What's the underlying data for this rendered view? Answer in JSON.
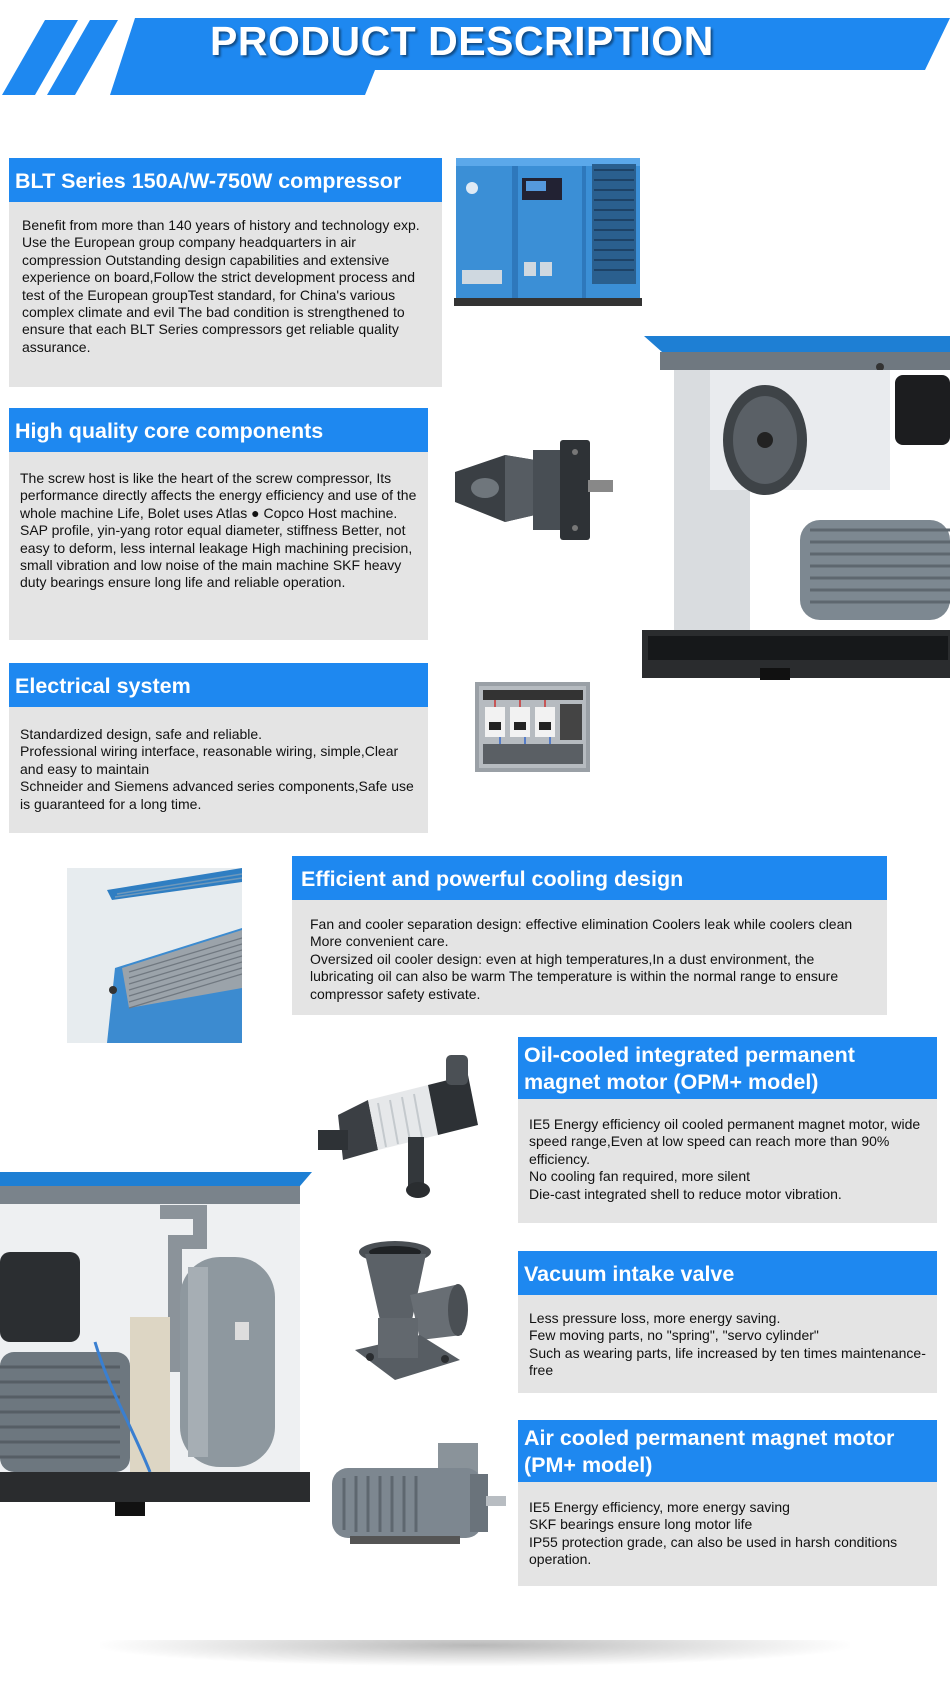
{
  "banner": {
    "title": "PRODUCT DESCRIPTION"
  },
  "sections": [
    {
      "title": "BLT Series 150A/W-750W compressor",
      "lines": [
        "Benefit from more than 140 years of history and technology exp.",
        "Use the European group company headquarters in air compression Outstanding design capabilities and extensive experience on board,Follow the strict development process and test of the European groupTest standard, for China's various complex climate and evil The bad condition is strengthened to ensure that each BLT Series compressors get reliable quality assurance."
      ]
    },
    {
      "title": "High quality core components",
      "lines": [
        "The screw host is like the heart of the screw compressor, Its performance directly affects the energy efficiency and use of the whole machine Life, Bolet uses Atlas ● Copco Host machine.",
        "SAP profile, yin-yang rotor equal diameter, stiffness Better, not easy to deform, less internal leakage High machining precision, small vibration and low noise of the main machine SKF heavy duty bearings ensure long life and reliable operation."
      ]
    },
    {
      "title": "Electrical system",
      "lines": [
        "Standardized design, safe and reliable.",
        "Professional wiring interface, reasonable wiring, simple,Clear and easy to maintain",
        "Schneider and Siemens advanced series components,Safe use is guaranteed for a long time."
      ]
    },
    {
      "title": "Efficient and powerful cooling design",
      "lines": [
        "Fan and cooler separation design: effective elimination Coolers leak while coolers clean More convenient care.",
        "Oversized oil cooler design: even at high temperatures,In a dust environment, the lubricating oil can also be warm The temperature is within the normal range to ensure compressor safety estivate."
      ]
    },
    {
      "title": "Oil-cooled integrated permanent magnet motor (OPM+ model)",
      "lines": [
        "IE5 Energy efficiency oil cooled permanent magnet motor, wide speed range,Even at low speed can reach more than 90% efficiency.",
        "No cooling fan required, more silent",
        "Die-cast integrated shell to reduce motor vibration."
      ]
    },
    {
      "title": "Vacuum intake valve",
      "lines": [
        "Less pressure loss, more energy saving.",
        "Few moving parts, no \"spring\", \"servo cylinder\"",
        "Such as wearing parts, life increased by ten times maintenance-free"
      ]
    },
    {
      "title": "Air cooled permanent magnet motor (PM+ model)",
      "lines": [
        "IE5 Energy efficiency, more energy saving",
        "SKF bearings ensure long motor life",
        "IP55 protection grade, can also be used in harsh conditions operation."
      ]
    }
  ],
  "colors": {
    "accent": "#1e88f0",
    "panel": "#e4e4e4",
    "machine_blue": "#3b8fd6"
  },
  "pictures": [
    "compressor-unit",
    "compressor-interior-cutaway",
    "screw-airend",
    "electrical-cabinet",
    "oil-cooler",
    "oil-cooled-motor",
    "compressor-lower-interior",
    "intake-valve",
    "air-cooled-motor"
  ]
}
